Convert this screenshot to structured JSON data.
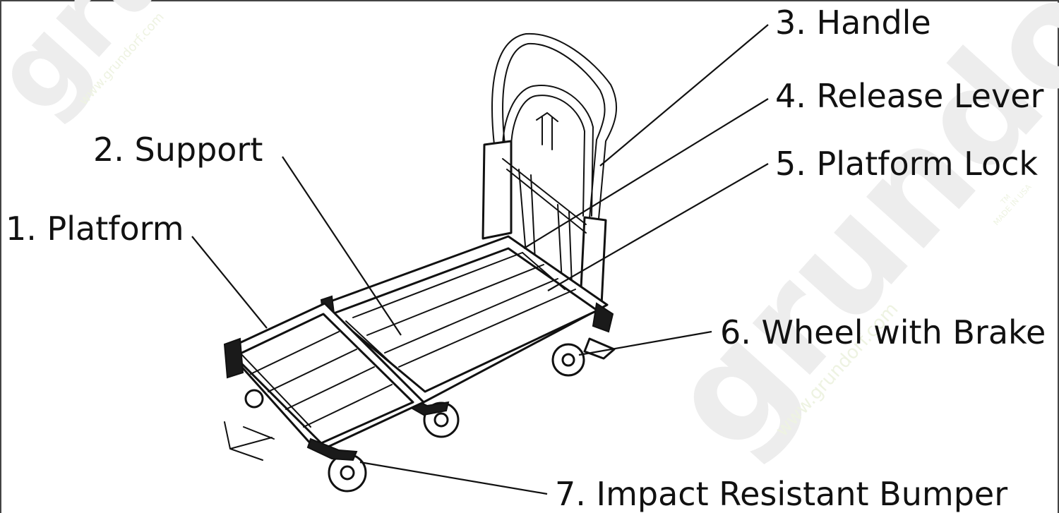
{
  "diagram": {
    "labels": {
      "platform": "1. Platform",
      "support": "2. Support",
      "handle": "3. Handle",
      "release_lever": "4. Release Lever",
      "platform_lock": "5. Platform Lock",
      "wheel_with_brake": "6. Wheel with Brake",
      "impact_resistant_bumper": "7. Impact Resistant Bumper"
    },
    "watermark": {
      "brand": "grundorf",
      "url": "www.grundorf.com",
      "trademark": "TM",
      "origin": "MADE IN USA"
    },
    "arrow_icon": "arrow-left-down-icon"
  }
}
